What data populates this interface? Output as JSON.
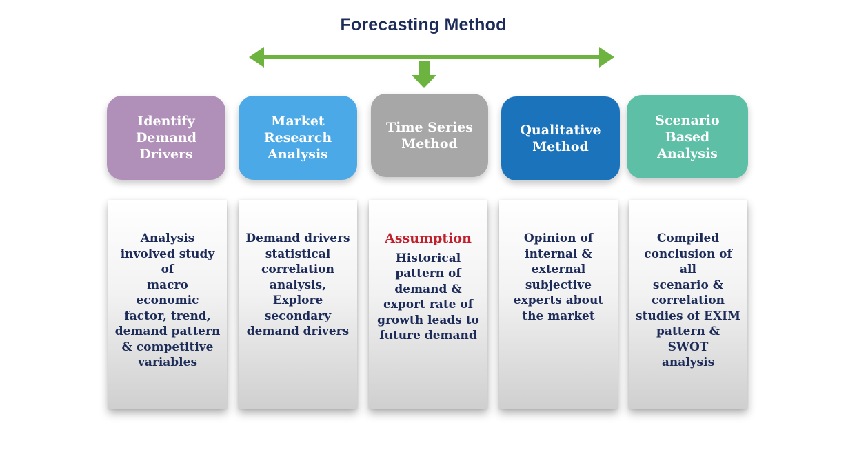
{
  "title": "Forecasting Method",
  "colors": {
    "arrow": "#6db33f",
    "heading_text": "#1c2b57",
    "accent_red": "#c0202b"
  },
  "methods": [
    {
      "heading_lines": [
        "Identify",
        "Demand",
        "Drivers"
      ],
      "color": "#b08fb8",
      "body_lines": [
        "Analysis",
        "involved study of",
        "macro economic",
        "factor, trend,",
        "demand pattern",
        "& competitive",
        "variables"
      ]
    },
    {
      "heading_lines": [
        "Market",
        "Research",
        "Analysis"
      ],
      "color": "#4aa9e6",
      "body_lines": [
        "Demand drivers",
        "statistical",
        "correlation",
        "analysis, Explore",
        "secondary",
        "demand drivers"
      ]
    },
    {
      "heading_lines": [
        "Time Series",
        "Method"
      ],
      "color": "#a7a7a7",
      "highlight": "Assumption",
      "body_lines": [
        "Historical",
        "pattern of",
        "demand &",
        "export rate of",
        "growth leads to",
        "future demand"
      ]
    },
    {
      "heading_lines": [
        "Qualitative",
        "Method"
      ],
      "color": "#1b73bb",
      "body_lines": [
        "Opinion of",
        "internal &",
        "external",
        "subjective",
        "experts about",
        "the market"
      ]
    },
    {
      "heading_lines": [
        "Scenario Based",
        "Analysis"
      ],
      "color": "#5cbfa6",
      "body_lines": [
        "Compiled",
        "conclusion of all",
        "scenario &",
        "correlation",
        "studies of EXIM",
        "pattern & SWOT",
        "analysis"
      ]
    }
  ]
}
